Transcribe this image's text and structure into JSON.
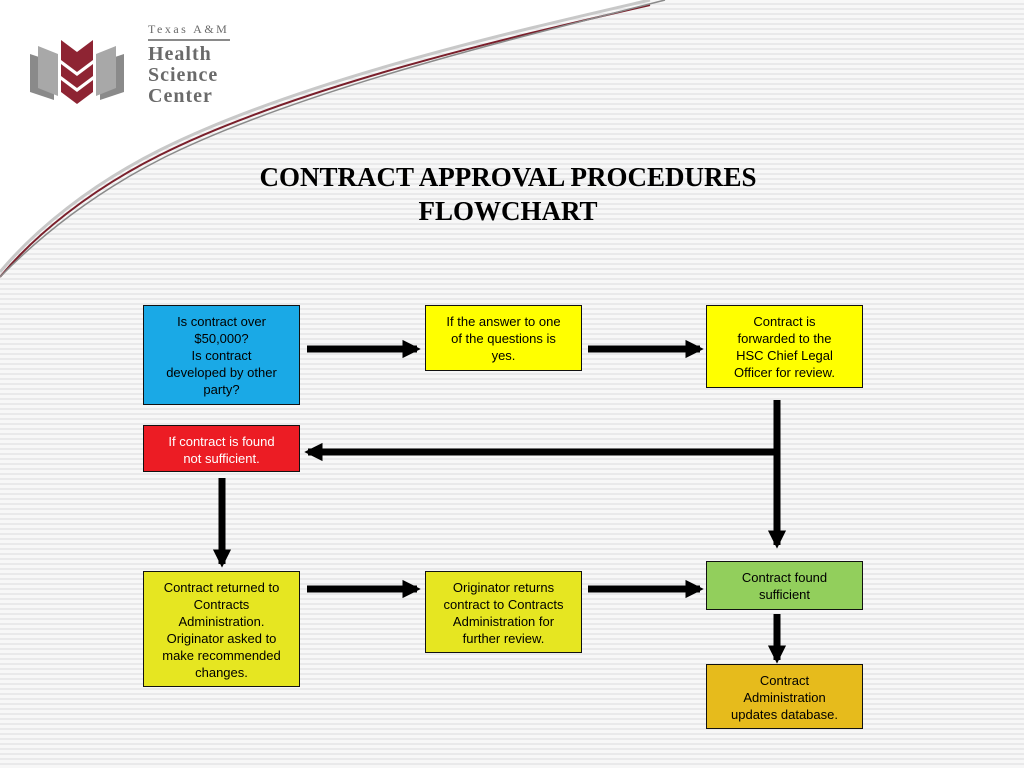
{
  "logo": {
    "line1": "Texas A&M",
    "line2": "Health",
    "line3": "Science",
    "line4": "Center",
    "icon": "hsc-emblem-icon"
  },
  "title": {
    "line1": "CONTRACT APPROVAL PROCEDURES",
    "line2": "FLOWCHART"
  },
  "colors": {
    "accent": "#7a1f2b",
    "blue": "#1aa9e6",
    "yellow": "#ffff00",
    "red": "#ec1c24",
    "green": "#92cf5c",
    "gold": "#e6bb1c"
  },
  "nodes": {
    "question": {
      "lines": [
        "Is contract over",
        "$50,000?",
        "Is contract",
        "developed by other",
        "party?"
      ]
    },
    "answer_yes": {
      "lines": [
        "If the answer to one",
        "of the questions is",
        "yes."
      ]
    },
    "forwarded": {
      "lines": [
        "Contract is",
        "forwarded to the",
        "HSC Chief Legal",
        "Officer for review."
      ]
    },
    "not_sufficient": {
      "lines": [
        "If contract is found",
        "not sufficient."
      ]
    },
    "returned": {
      "lines": [
        "Contract returned to",
        "Contracts",
        "Administration.",
        "Originator asked to",
        "make recommended",
        "changes."
      ]
    },
    "originator_returns": {
      "lines": [
        "Originator returns",
        "contract to Contracts",
        "Administration for",
        "further review."
      ]
    },
    "found_sufficient": {
      "lines": [
        "Contract found",
        "sufficient"
      ]
    },
    "updates_db": {
      "lines": [
        "Contract",
        "Administration",
        "updates database."
      ]
    }
  }
}
